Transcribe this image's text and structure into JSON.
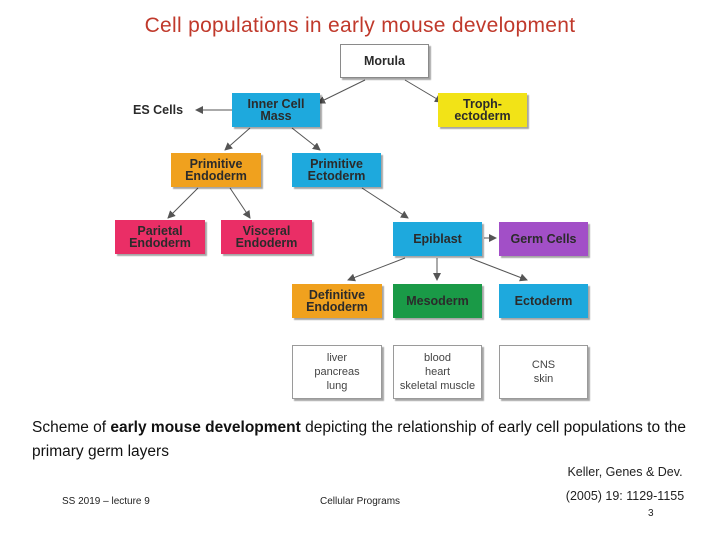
{
  "title": "Cell populations in early mouse development",
  "diagram": {
    "morula": "Morula",
    "es_cells": "ES Cells",
    "inner_cell_mass": "Inner Cell\nMass",
    "trophectoderm": "Troph-\nectoderm",
    "primitive_endoderm": "Primitive\nEndoderm",
    "primitive_ectoderm": "Primitive\nEctoderm",
    "parietal_endoderm": "Parietal\nEndoderm",
    "visceral_endoderm": "Visceral\nEndoderm",
    "epiblast": "Epiblast",
    "germ_cells": "Germ Cells",
    "definitive_endoderm": "Definitive\nEndoderm",
    "mesoderm": "Mesoderm",
    "ectoderm": "Ectoderm",
    "endoderm_derivatives": "liver\npancreas\nlung",
    "mesoderm_derivatives": "blood\nheart\nskeletal muscle",
    "ectoderm_derivatives": "CNS\nskin",
    "colors": {
      "cyan": "#1ea9dd",
      "yellow": "#f2e317",
      "orange": "#f0a11e",
      "pink": "#ea2e66",
      "purple": "#a24fc7",
      "green": "#1a9a47",
      "arrow": "#555555"
    }
  },
  "caption": {
    "part1": "Scheme of ",
    "bold": "early mouse development",
    "part2": " depicting the relationship of early cell populations to the primary germ layers"
  },
  "citation": {
    "line1": "Keller, Genes & Dev.",
    "line2": "(2005) 19: 1129-1155"
  },
  "footer": {
    "left": "SS 2019 – lecture 9",
    "center": "Cellular Programs",
    "page": "3"
  }
}
